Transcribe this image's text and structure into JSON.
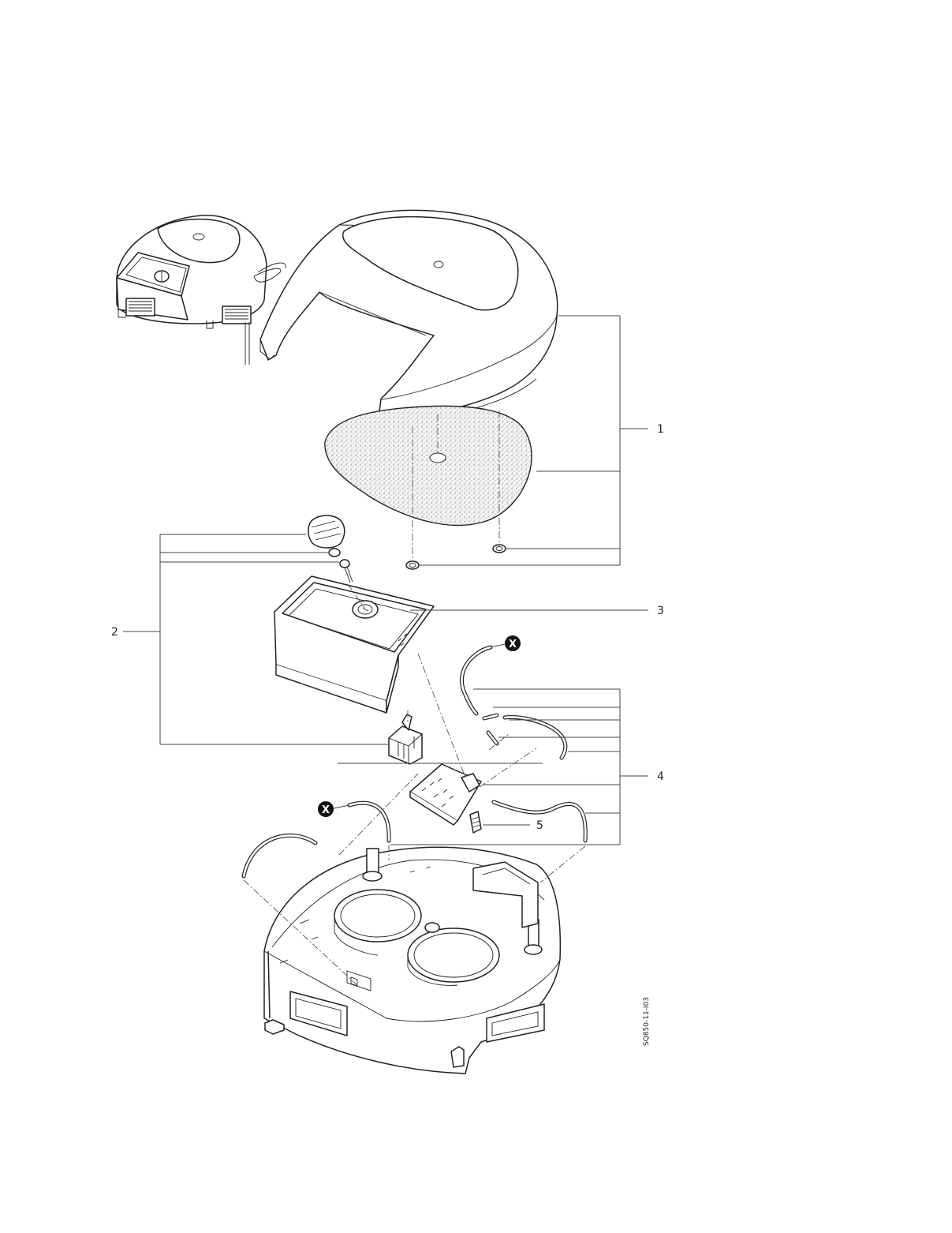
{
  "figure": {
    "drawing_code": "SQ850-11-I03"
  },
  "callouts": [
    {
      "id": "1",
      "label": "1"
    },
    {
      "id": "2",
      "label": "2"
    },
    {
      "id": "3",
      "label": "3"
    },
    {
      "id": "4",
      "label": "4"
    },
    {
      "id": "5",
      "label": "5"
    }
  ],
  "markers": {
    "x_marker_label": "X"
  },
  "colors": {
    "line": "#222222",
    "marker_fill": "#111111",
    "background": "#ffffff"
  }
}
